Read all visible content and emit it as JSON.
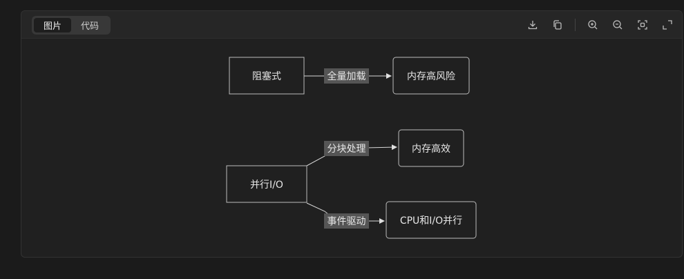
{
  "tabs": [
    {
      "label": "图片",
      "active": true
    },
    {
      "label": "代码",
      "active": false
    }
  ],
  "toolbar": {
    "icons": [
      "download-icon",
      "copy-icon",
      "zoom-in-icon",
      "zoom-out-icon",
      "fit-screen-icon",
      "fullscreen-icon"
    ]
  },
  "diagram": {
    "nodes": {
      "blocking": "阻塞式",
      "memory_risk": "内存高风险",
      "parallel_io": "并行I/O",
      "memory_efficient": "内存高效",
      "cpu_io_parallel": "CPU和I/O并行"
    },
    "edges": {
      "full_load": "全量加载",
      "chunked": "分块处理",
      "event_driven": "事件驱动"
    }
  },
  "colors": {
    "background": "#1b1b1b",
    "panel": "#202020",
    "node_stroke": "#bdbdbd",
    "edge_label_bg": "#555555",
    "text": "#e6e6e6"
  }
}
